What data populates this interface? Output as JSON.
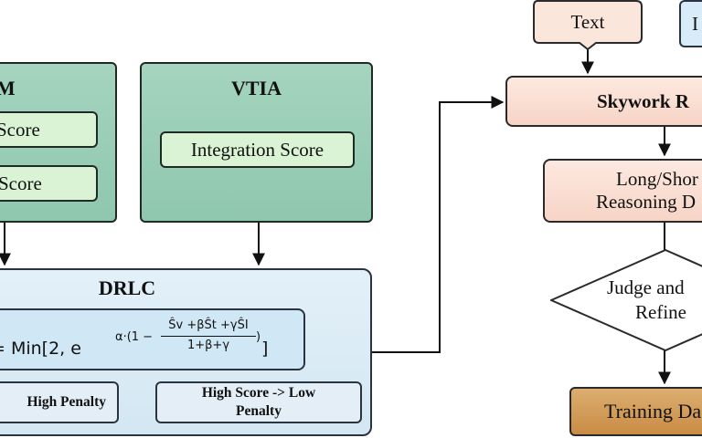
{
  "left_module": {
    "title": "AM",
    "chips": [
      " Score",
      "Score"
    ]
  },
  "vtia": {
    "title": "VTIA",
    "chip": "Integration Score"
  },
  "drlc": {
    "title": "DRLC",
    "formula": {
      "lead": "= Min[2, e",
      "exp_prefix": "α·(1 −",
      "numerator": "Ŝv +βŜt +γŜI",
      "denominator": "1+β+γ",
      "exp_close": ")",
      "close": "]"
    },
    "penalties": [
      "High Penalty",
      "High Score -> Low Penalty"
    ]
  },
  "flow": {
    "text_node": "Text",
    "partial_node": "I",
    "skywork": "Skywork R",
    "reasoning": [
      "Long/Shor",
      "Reasoning D"
    ],
    "judge": [
      "Judge and",
      "Refine"
    ],
    "training": "Training Da"
  }
}
